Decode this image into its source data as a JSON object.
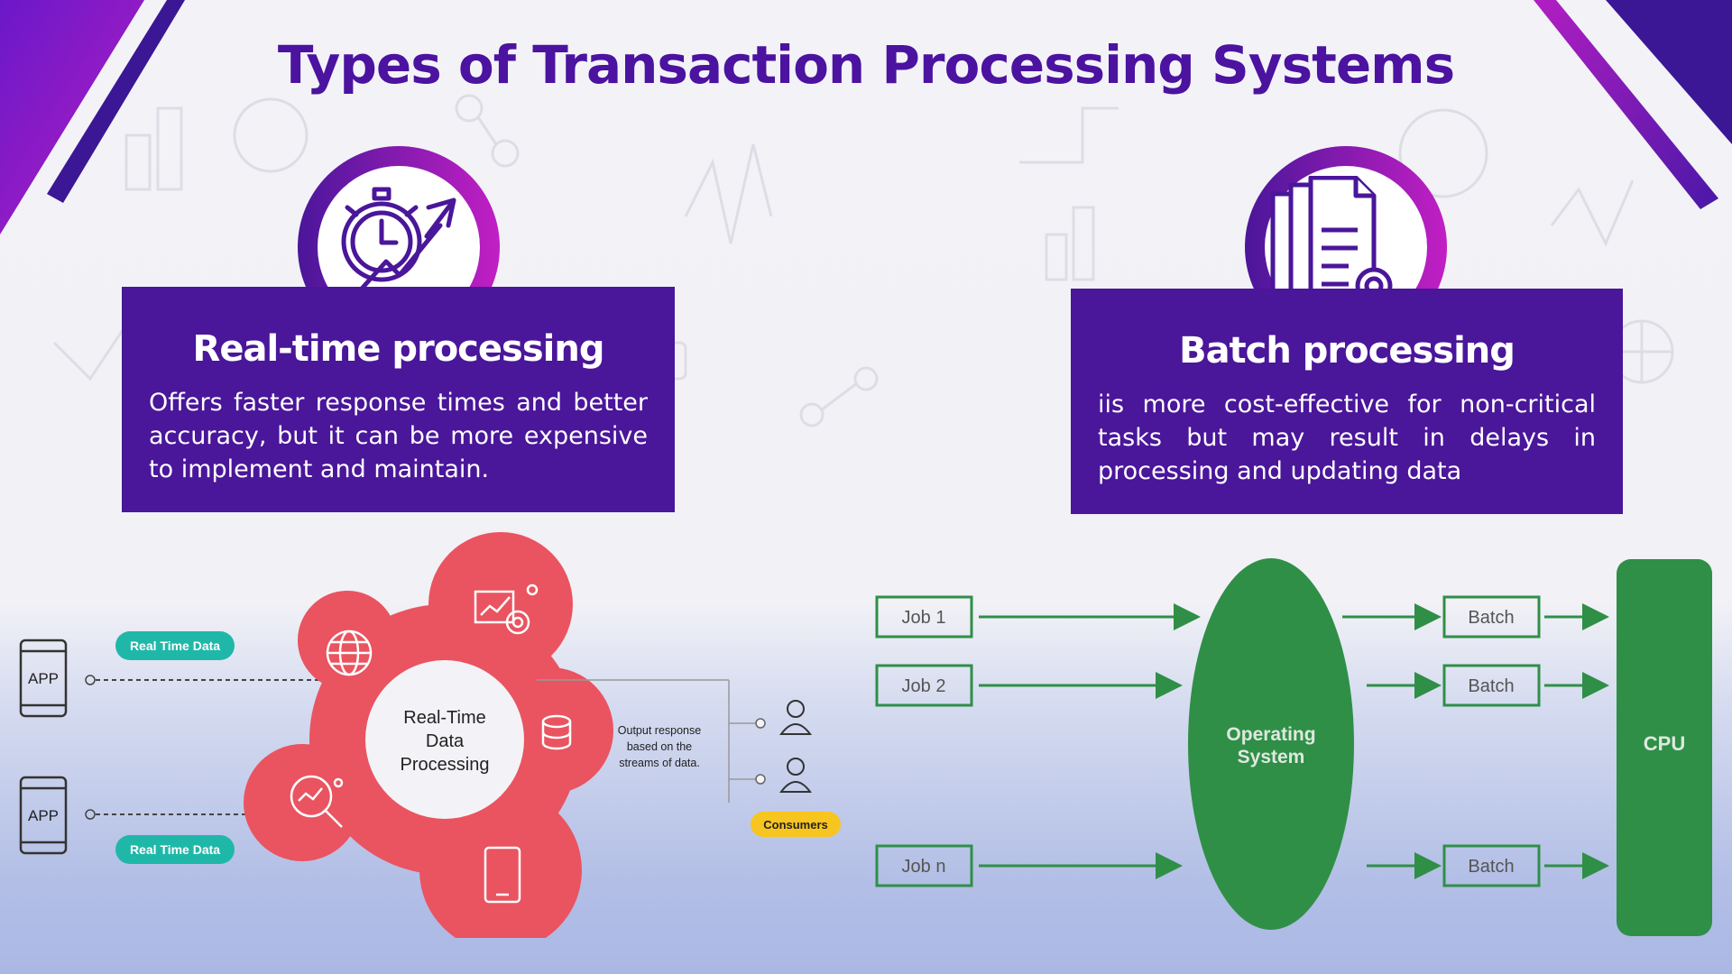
{
  "title": "Types of Transaction Processing Systems",
  "colors": {
    "title": "#4b13a0",
    "card": "#4a169a",
    "realtime_red": "#e95460",
    "teal_label": "#1fb8a8",
    "consumer_yellow": "#f7c51f",
    "batch_green": "#2f8f47"
  },
  "realtime": {
    "heading": "Real-time processing",
    "description": "Offers faster response times and better accuracy, but it can be more expensive to implement and maintain.",
    "icon": "stopwatch-growth-icon",
    "diagram": {
      "apps": [
        "APP",
        "APP"
      ],
      "data_labels": [
        "Real Time Data",
        "Real Time Data"
      ],
      "center_label": [
        "Real-Time",
        "Data",
        "Processing"
      ],
      "output_label": [
        "Output response",
        "based on the",
        "streams of data."
      ],
      "consumers_label": "Consumers",
      "icons": [
        "analytics-dashboard-icon",
        "globe-icon",
        "database-icon",
        "search-analytics-icon",
        "tablet-icon",
        "consumer-person-icon"
      ]
    }
  },
  "batch": {
    "heading": "Batch processing",
    "description": "iis more cost-effective for non-critical tasks but may result in delays in processing and updating data",
    "icon": "documents-gear-icon",
    "diagram": {
      "jobs": [
        "Job 1",
        "Job 2",
        "Job n"
      ],
      "os_label": [
        "Operating",
        "System"
      ],
      "batches": [
        "Batch",
        "Batch",
        "Batch"
      ],
      "cpu_label": "CPU"
    }
  }
}
